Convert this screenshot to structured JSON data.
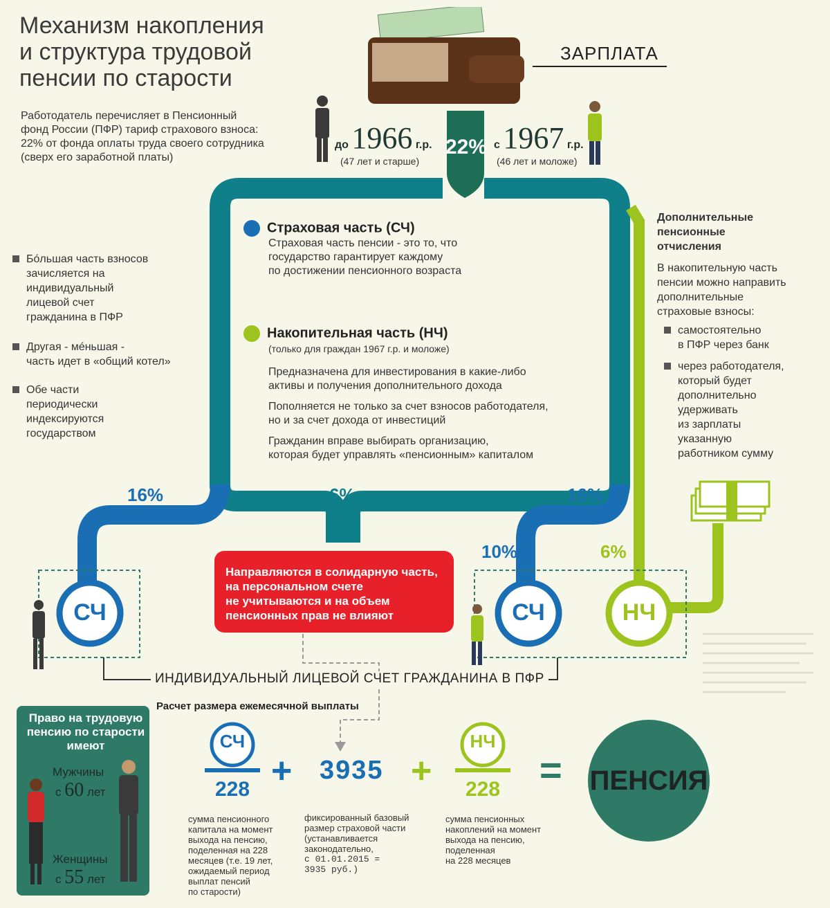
{
  "title": {
    "line1": "Механизм накопления",
    "line2": "и структура трудовой",
    "line3": "пенсии по старости"
  },
  "intro": {
    "line1": "Работодатель перечисляет в Пенсионный",
    "line2": "фонд России (ПФР) тариф страхового взноса:",
    "line3": "22% от фонда оплаты труда своего сотрудника",
    "line4": "(сверх его заработной платы)"
  },
  "salary_label": "ЗАРПЛАТА",
  "left_group": {
    "prefix": "до",
    "year": "1966",
    "suffix": "г.р.",
    "age": "(47 лет и старше)"
  },
  "right_group": {
    "prefix": "с",
    "year": "1967",
    "suffix": "г.р.",
    "age": "(46 лет и моложе)"
  },
  "tariff_percent": "22%",
  "insurance_part": {
    "title": "Страховая часть (СЧ)",
    "line1": "Страховая часть пенсии - это то, что",
    "line2": "государство гарантирует каждому",
    "line3": "по достижении пенсионного возраста"
  },
  "funded_part": {
    "title": "Накопительная часть (НЧ)",
    "subtitle": "(только для граждан 1967 г.р. и моложе)",
    "p1_line1": "Предназначена для инвестирования в какие-либо",
    "p1_line2": "активы и получения дополнительного дохода",
    "p2_line1": "Пополняется не только за счет взносов работодателя,",
    "p2_line2": "но и за счет дохода от инвестиций",
    "p3_line1": "Гражданин вправе выбирать организацию,",
    "p3_line2": "которая будет управлять «пенсионным» капиталом"
  },
  "left_bullets": {
    "b1": [
      "Бóльшая часть взносов",
      "зачисляется на",
      "индивидуальный",
      "лицевой счет",
      "гражданина в ПФР"
    ],
    "b2": [
      "Другая - мéньшая -",
      "часть идет в «общий котел»"
    ],
    "b3": [
      "Обе части",
      "периодически",
      "индексируются",
      "государством"
    ]
  },
  "additional": {
    "heading": [
      "Дополнительные",
      "пенсионные",
      "отчисления"
    ],
    "text": [
      "В накопительную часть",
      "пенсии можно направить",
      "дополнительные",
      "страховые взносы:"
    ],
    "b1": [
      "самостоятельно",
      "в ПФР через банк"
    ],
    "b2": [
      "через работодателя,",
      "который будет",
      "дополнительно",
      "удерживать",
      "из зарплаты",
      "указанную",
      "работником сумму"
    ]
  },
  "percents": {
    "left_16": "16%",
    "center_6": "6%",
    "right_16": "16%",
    "right_10": "10%",
    "green_6": "6%"
  },
  "circles": {
    "sch": "СЧ",
    "nch": "НЧ"
  },
  "solidarity_note": [
    "Направляются в солидарную часть,",
    "на персональном счете",
    "не учитываются и на объем",
    "пенсионных прав не влияют"
  ],
  "account_label": "ИНДИВИДУАЛЬНЫЙ ЛИЦЕВОЙ СЧЕТ ГРАЖДАНИНА В ПФР",
  "calc": {
    "heading": "Расчет размера ежемесячной выплаты",
    "sch": "СЧ",
    "nch": "НЧ",
    "denominator": "228",
    "base": "3935",
    "plus": "+",
    "equals": "=",
    "result": "ПЕНСИЯ",
    "desc_sch": [
      "сумма пенсионного",
      "капитала на момент",
      "выхода на пенсию,",
      "поделенная на 228",
      "месяцев (т.е. 19 лет,",
      "ожидаемый период",
      "выплат пенсий",
      "по старости)"
    ],
    "desc_base": [
      "фиксированный базовый",
      "размер страховой части",
      "(устанавливается",
      "законодательно,",
      "с 01.01.2015 =",
      "3935 руб.)"
    ],
    "desc_nch": [
      "сумма пенсионных",
      "накоплений на момент",
      "выхода на пенсию,",
      "поделенная",
      "на 228 месяцев"
    ]
  },
  "retirement_age": {
    "heading": [
      "Право на трудовую",
      "пенсию по старости",
      "имеют"
    ],
    "men_label": "Мужчины",
    "men_prefix": "с",
    "men_age": "60",
    "men_suffix": "лет",
    "women_label": "Женщины",
    "women_prefix": "с",
    "women_age": "55",
    "women_suffix": "лет"
  },
  "colors": {
    "teal": "#0f7f8a",
    "blue": "#1a6fb4",
    "green": "#9cc31e",
    "red": "#e8202a",
    "dark_green": "#2e7a66",
    "background": "#f7f7e9"
  }
}
